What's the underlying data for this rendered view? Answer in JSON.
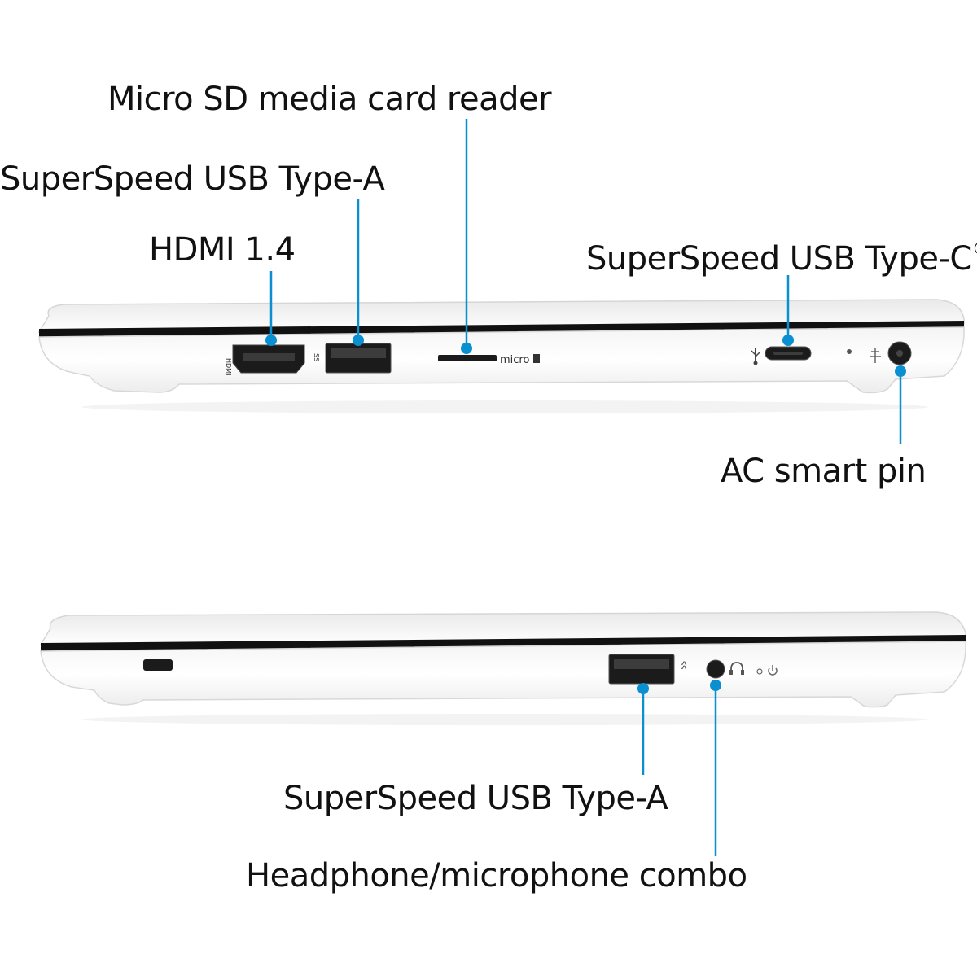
{
  "colors": {
    "callout": "#0a8fd0",
    "laptop_body": "#ffffff",
    "laptop_edge": "#dcdcdc",
    "bezel": "#111111",
    "port": "#1b1b1b",
    "text": "#111111"
  },
  "top_view": {
    "labels": {
      "micro_sd": "Micro SD media card reader",
      "usb_a": "SuperSpeed USB Type-A",
      "hdmi": "HDMI 1.4",
      "usb_c": "SuperSpeed USB Type-C",
      "usb_c_mark": "®",
      "ac_pin": "AC smart pin"
    },
    "port_markings": {
      "hdmi": "HDMI",
      "micro_sd": "micro",
      "usb": "SS"
    }
  },
  "bottom_view": {
    "labels": {
      "usb_a": "SuperSpeed USB Type-A",
      "headphone": "Headphone/microphone combo"
    },
    "port_markings": {
      "usb": "SS"
    }
  },
  "icons": {
    "hdmi_port": "hdmi-port-icon",
    "usb_a_port": "usb-a-port-icon",
    "micro_sd_slot": "micro-sd-slot-icon",
    "usb_c_port": "usb-c-port-icon",
    "usb_symbol": "usb-symbol-icon",
    "led": "led-indicator-icon",
    "power_plug": "power-plug-icon",
    "ac_port": "ac-port-icon",
    "lock_slot": "lock-slot-icon",
    "audio_jack": "audio-jack-icon",
    "headset": "headset-icon",
    "power_button": "power-icon"
  }
}
